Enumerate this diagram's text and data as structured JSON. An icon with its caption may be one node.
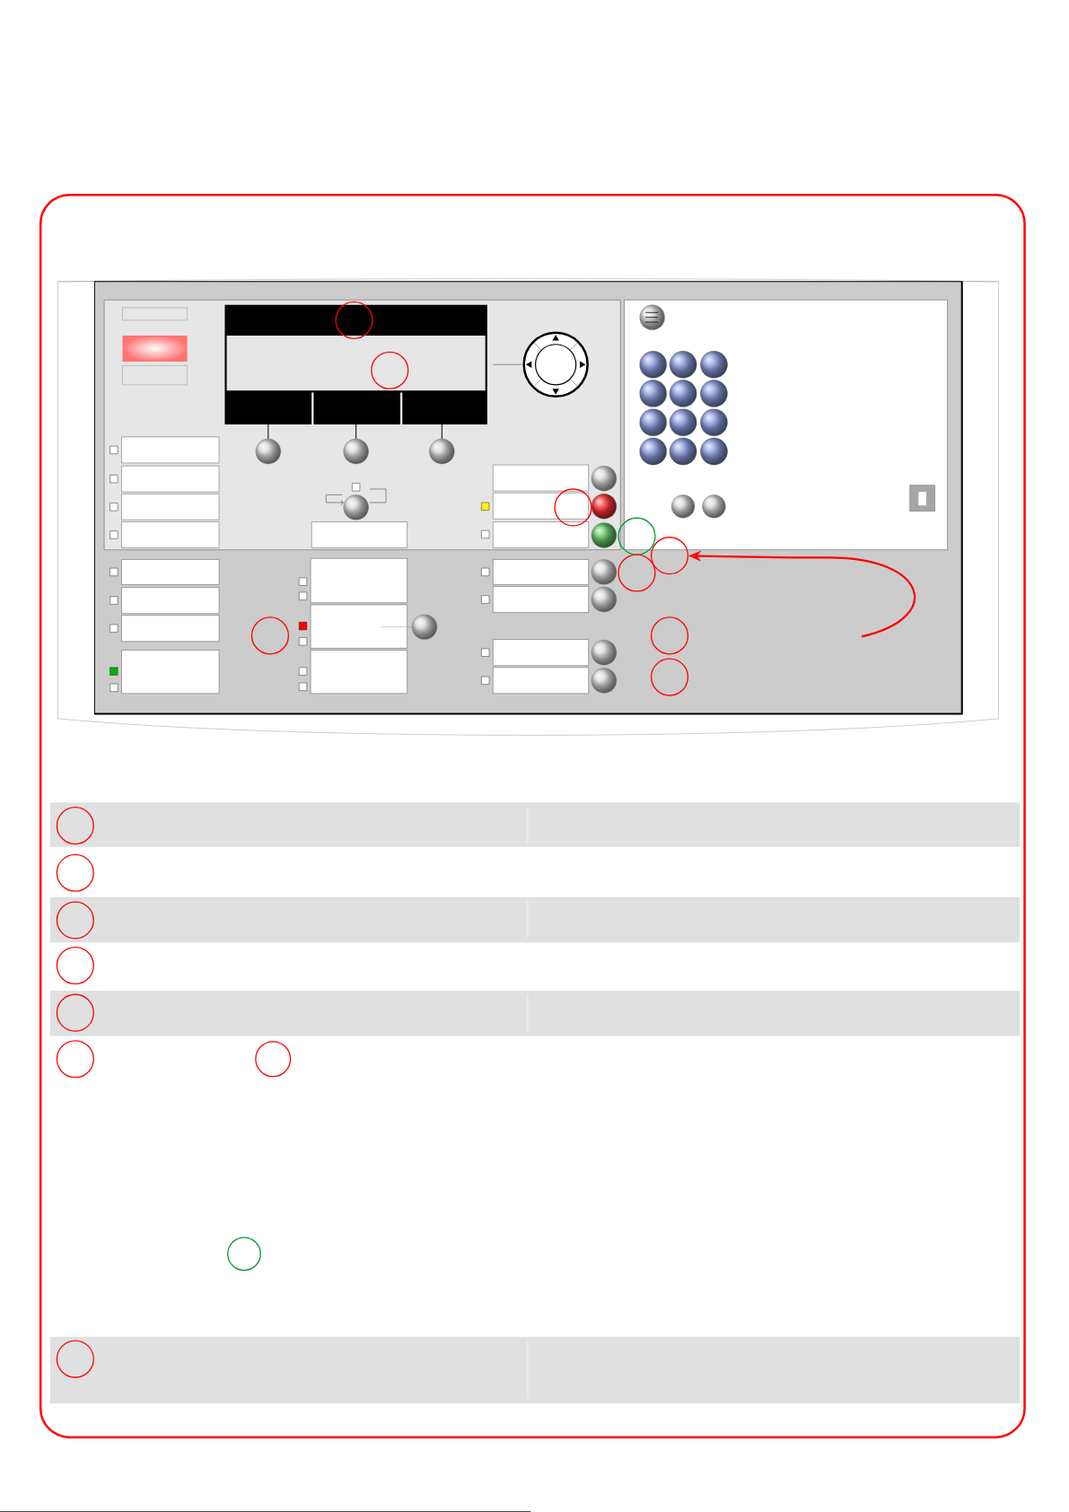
{
  "diagram": {
    "nodes": [
      {
        "text": [],
        "shape": "circle"
      },
      {
        "text": [],
        "shape": "circle"
      },
      {
        "text": [],
        "shape": "circle"
      },
      {
        "text": [],
        "shape": "circle"
      },
      {
        "text": [],
        "shape": "circle"
      },
      {
        "text": [],
        "shape": "circle"
      },
      {
        "text": [],
        "shape": "circle"
      },
      {
        "text": [],
        "shape": "circle"
      },
      {
        "text": [],
        "shape": "circle"
      },
      {
        "text": [],
        "shape": "circle"
      },
      {
        "text": [],
        "shape": "circle"
      },
      {
        "text": [],
        "shape": "circle"
      },
      {
        "text": [],
        "shape": "circle"
      },
      {
        "text": [],
        "shape": "circle"
      },
      {
        "text": [],
        "shape": "circle"
      },
      {
        "text": [],
        "shape": "circle"
      },
      {
        "text": [],
        "shape": "circle"
      },
      {
        "text": [],
        "shape": "circle"
      }
    ],
    "edges": [
      {
        "from": null,
        "to": 4,
        "arrow": "to"
      }
    ]
  }
}
